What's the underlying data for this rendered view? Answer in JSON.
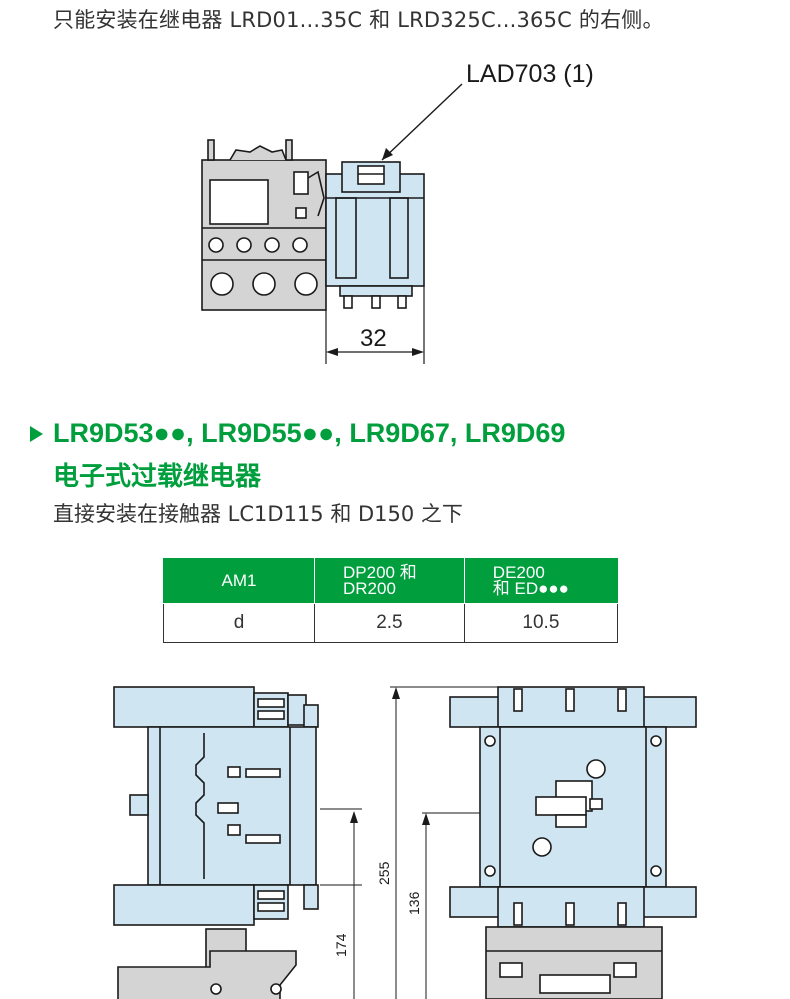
{
  "intro": {
    "text": "只能安装在继电器 LRD01...35C 和 LRD325C...365C 的右侧。"
  },
  "figure1": {
    "callout_label": "LAD703 (1)",
    "dimension": "32"
  },
  "section": {
    "title": "LR9D53●●, LR9D55●●, LR9D67, LR9D69",
    "subtitle": "电子式过载继电器",
    "note": "直接安装在接触器 LC1D115 和 D150 之下"
  },
  "table": {
    "headers": [
      {
        "line1": "AM1",
        "line2": ""
      },
      {
        "line1": "DP200 和",
        "line2": "DR200"
      },
      {
        "line1": "DE200",
        "line2": "和 ED●●●"
      }
    ],
    "rows": [
      [
        "d",
        "2.5",
        "10.5"
      ]
    ]
  },
  "figure2": {
    "dim_left": "174",
    "dim_mid_total": "255",
    "dim_mid": "136"
  },
  "colors": {
    "accent": "#009e3d",
    "part_blue": "#cfe6f2",
    "part_grey": "#d4d4d4",
    "line": "#1a1a1a"
  }
}
